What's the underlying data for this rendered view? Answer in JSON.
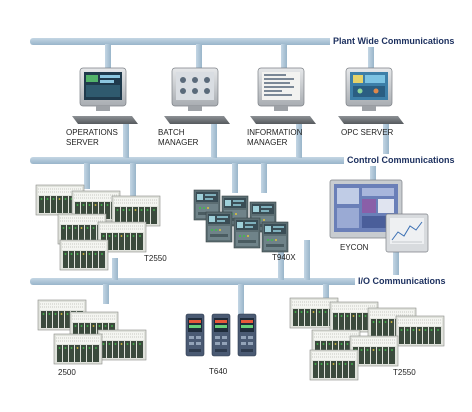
{
  "buses": {
    "plant_wide": "Plant Wide Communications",
    "control": "Control Communications",
    "io": "I/O Communications"
  },
  "workstations": [
    {
      "label": "OPERATIONS\nSERVER"
    },
    {
      "label": "BATCH\nMANAGER"
    },
    {
      "label": "INFORMATION\nMANAGER"
    },
    {
      "label": "OPC SERVER"
    }
  ],
  "devices": {
    "t2550_top": "T2550",
    "t940x": "T940X",
    "eycon": "EYCON",
    "d2500": "2500",
    "t640": "T640",
    "t2550_bottom": "T2550"
  },
  "colors": {
    "bus": "#a9c3d7",
    "bus_edge": "#8eacc3",
    "label_text": "#1b2f5e",
    "module_body": "#d9dcd4",
    "module_face": "#3b4a3d",
    "led_green": "#3fbf4a",
    "monitor_frame": "#c8ccd0",
    "screen_dark": "#2b3a4a"
  }
}
